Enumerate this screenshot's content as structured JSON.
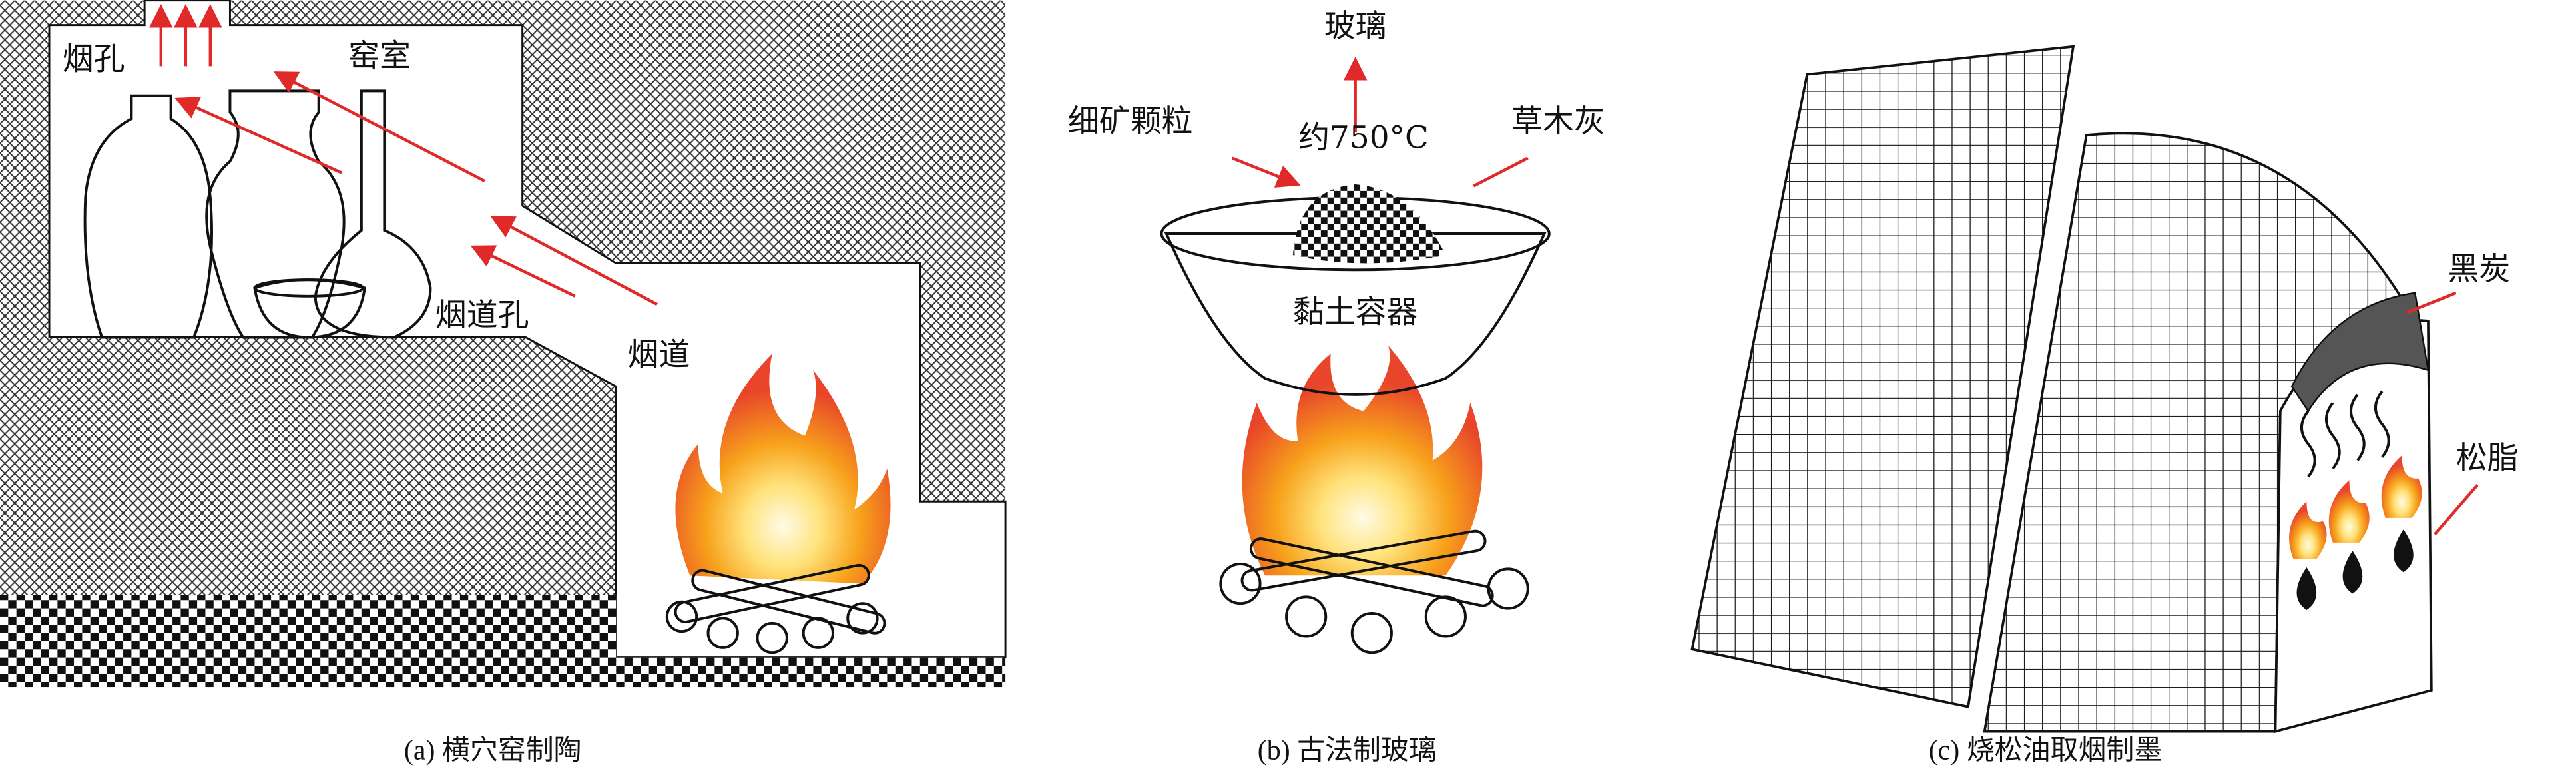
{
  "panel_a": {
    "caption": "(a) 横穴窑制陶",
    "labels": {
      "chimney": "烟孔",
      "chamber": "窑室",
      "flue_hole": "烟道孔",
      "flue": "烟道"
    }
  },
  "panel_b": {
    "caption": "(b) 古法制玻璃",
    "labels": {
      "glass": "玻璃",
      "ore": "细矿颗粒",
      "temperature": "约750°C",
      "ash": "草木灰",
      "vessel": "黏土容器"
    }
  },
  "panel_c": {
    "caption": "(c) 烧松油取烟制墨",
    "labels": {
      "soot": "黑炭",
      "resin": "松脂"
    }
  },
  "colors": {
    "arrow": "#e02a2a",
    "flame_outer": "#e8452a",
    "flame_mid": "#f7a21b",
    "flame_core": "#fff6c8"
  }
}
